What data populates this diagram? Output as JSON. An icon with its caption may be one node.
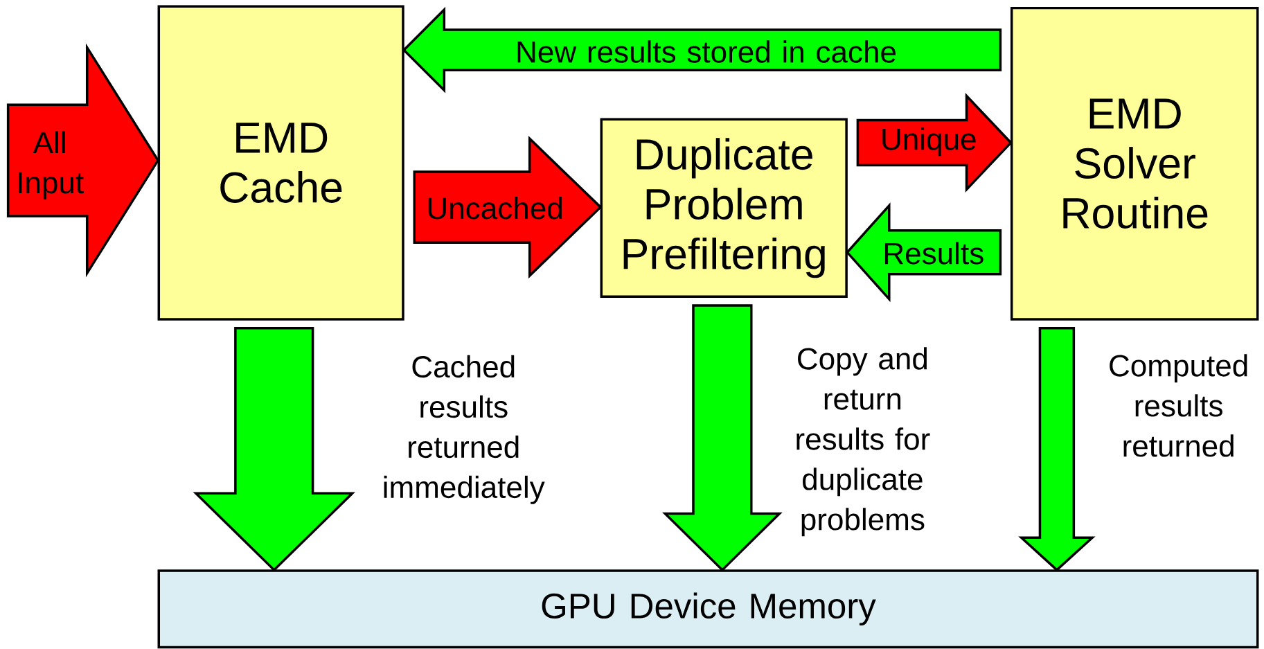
{
  "diagram": {
    "nodes": [
      {
        "text": [
          "EMD Cache"
        ]
      },
      {
        "text": [
          "Duplicate Problem Prefiltering"
        ]
      },
      {
        "text": [
          "EMD Solver Routine"
        ]
      },
      {
        "text": [
          "GPU Device Memory"
        ]
      }
    ],
    "edges": [
      {
        "from": null,
        "to": 0,
        "arrow": "to",
        "label": "All Input",
        "color": "#ff0000"
      },
      {
        "from": 0,
        "to": 1,
        "arrow": "to",
        "label": "Uncached",
        "color": "#ff0000"
      },
      {
        "from": 1,
        "to": 2,
        "arrow": "to",
        "label": "Unique",
        "color": "#ff0000"
      },
      {
        "from": 2,
        "to": 1,
        "arrow": "to",
        "label": "Results"
      },
      {
        "from": 2,
        "to": 0,
        "arrow": "to",
        "label": "New results stored in cache"
      },
      {
        "from": 0,
        "to": 3,
        "arrow": "to",
        "label": "Cached results returned immediately"
      },
      {
        "from": 1,
        "to": 3,
        "arrow": "to",
        "label": "Copy and return results for duplicate problems"
      },
      {
        "from": 2,
        "to": 3,
        "arrow": "to",
        "label": "Computed results returned"
      }
    ]
  }
}
